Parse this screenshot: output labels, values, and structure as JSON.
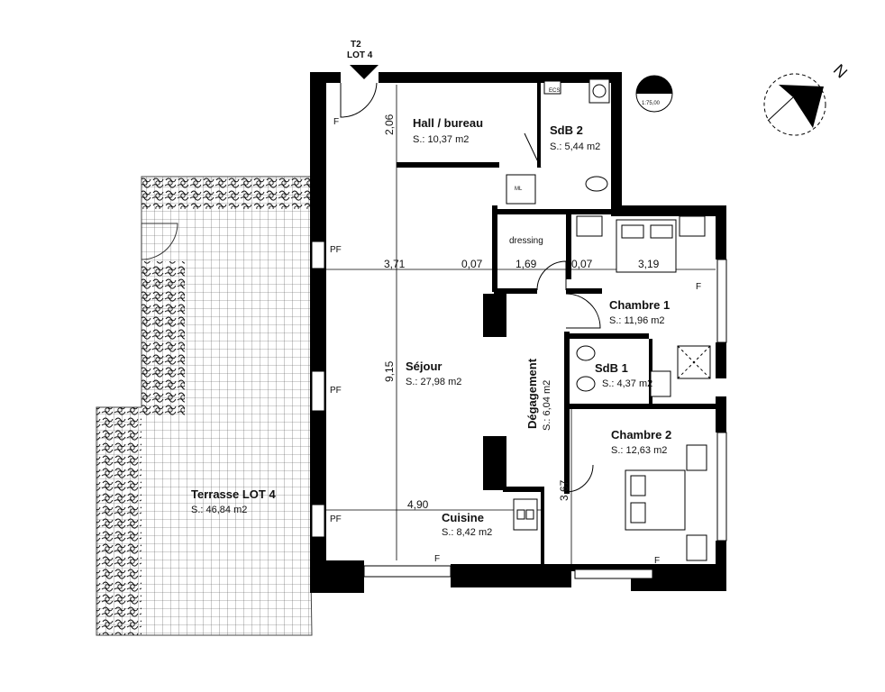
{
  "header": {
    "lot_line1": "T2",
    "lot_line2": "LOT 4"
  },
  "scale": "1:75,00",
  "north": "N",
  "rooms": {
    "hall": {
      "name": "Hall / bureau",
      "area": "S.: 10,37 m2"
    },
    "sdb2": {
      "name": "SdB 2",
      "area": "S.: 5,44 m2"
    },
    "dressing": {
      "name": "dressing"
    },
    "chambre1": {
      "name": "Chambre 1",
      "area": "S.: 11,96 m2"
    },
    "sejour": {
      "name": "Séjour",
      "area": "S.: 27,98 m2"
    },
    "degagement": {
      "name": "Dégagement",
      "area": "S.: 6,04 m2"
    },
    "sdb1": {
      "name": "SdB 1",
      "area": "S.: 4,37 m2"
    },
    "chambre2": {
      "name": "Chambre 2",
      "area": "S.: 12,63 m2"
    },
    "cuisine": {
      "name": "Cuisine",
      "area": "S.: 8,42 m2"
    },
    "terrasse": {
      "name": "Terrasse LOT 4",
      "area": "S.: 46,84 m2"
    }
  },
  "dimensions": {
    "d_206": "2,06",
    "d_371": "3,71",
    "d_007a": "0,07",
    "d_169": "1,69",
    "d_007b": "0,07",
    "d_319": "3,19",
    "d_915": "9,15",
    "d_490": "4,90",
    "d_367": "3,67"
  },
  "fixtures": {
    "F": "F",
    "PF": "PF",
    "ECS": "ECS",
    "ML": "ML"
  }
}
